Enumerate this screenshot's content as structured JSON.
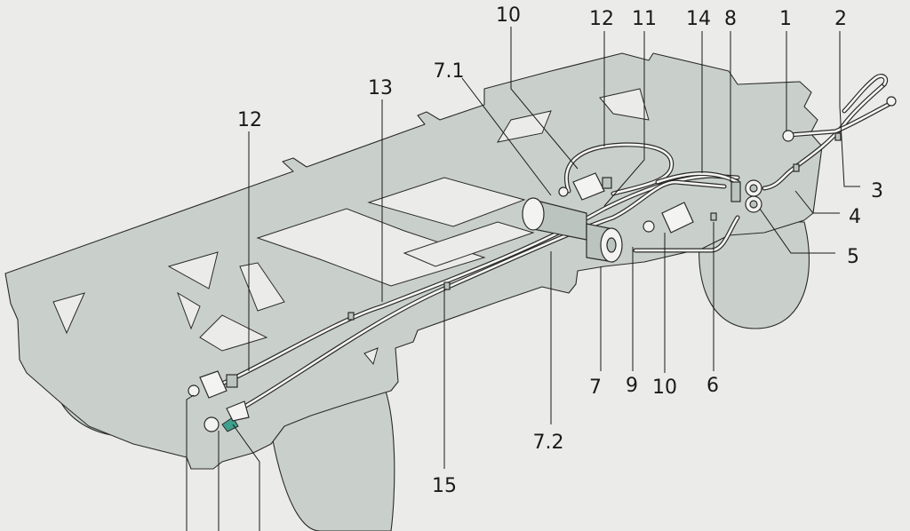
{
  "figure": {
    "description_colors": {
      "background": "#ebebea",
      "frame_fill": "#c9d0cb",
      "line": "#2a2a2a",
      "accent": "#3f9f8c"
    }
  },
  "labels": {
    "l10a": "10",
    "l12a": "12",
    "l11": "11",
    "l14": "14",
    "l8": "8",
    "l1": "1",
    "l2": "2",
    "l71": "7.1",
    "l13": "13",
    "l12b": "12",
    "l3": "3",
    "l4": "4",
    "l5": "5",
    "l7": "7",
    "l9": "9",
    "l10b": "10",
    "l6": "6",
    "l72": "7.2",
    "l15": "15"
  }
}
